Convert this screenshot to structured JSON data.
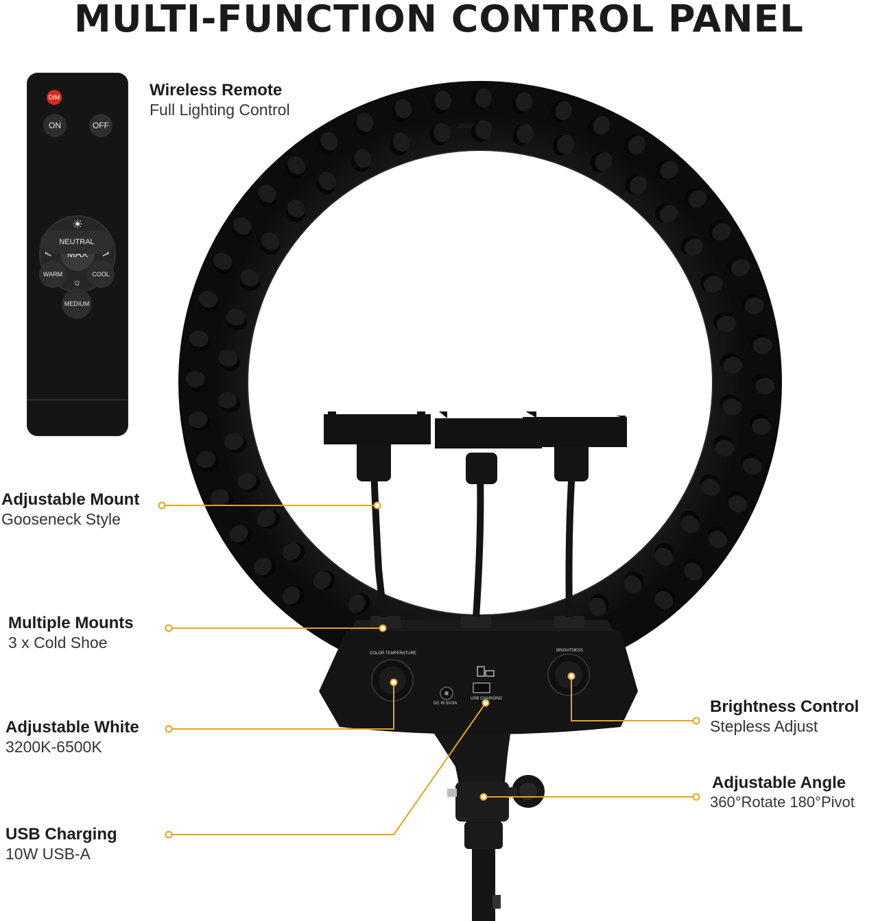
{
  "title": "MULTI-FUNCTION CONTROL PANEL",
  "colors": {
    "accent": "#E8A317",
    "device": "#141414",
    "background": "#FFFFFF"
  },
  "remote": {
    "dim": "DIM",
    "on": "ON",
    "off": "OFF",
    "max": "MAX",
    "left": "<",
    "right": ">",
    "brightness_up_icon": "sun-icon",
    "brightness_down_icon": "sun-dim-icon",
    "neutral": "NEUTRAL",
    "warm": "WARM",
    "cool": "COOL",
    "medium": "MEDIUM"
  },
  "control_box": {
    "color_temperature": "COLOR TEMPERATURE",
    "brightness": "BRIGHTNESS",
    "dc_in": "DC IN 5V/3A",
    "usb_charging": "USB CHARGING"
  },
  "features": {
    "wireless_remote": {
      "heading": "Wireless Remote",
      "sub": "Full Lighting Control"
    },
    "adjustable_mount": {
      "heading": "Adjustable Mount",
      "sub": "Gooseneck Style"
    },
    "multiple_mounts": {
      "heading": "Multiple Mounts",
      "sub": "3 x Cold Shoe"
    },
    "adjustable_white": {
      "heading": "Adjustable White",
      "sub": "3200K-6500K"
    },
    "usb_charging": {
      "heading": "USB Charging",
      "sub": "10W USB-A"
    },
    "brightness_control": {
      "heading": "Brightness Control",
      "sub": "Stepless Adjust"
    },
    "adjustable_angle": {
      "heading": "Adjustable Angle",
      "sub": "360°Rotate 180°Pivot"
    }
  }
}
